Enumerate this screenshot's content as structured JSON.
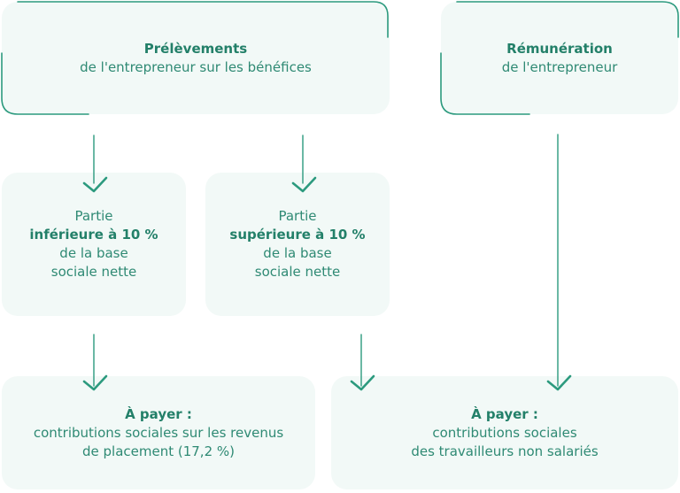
{
  "nodes": {
    "prelevements": {
      "title": "Prélèvements",
      "subtitle": "de l'entrepreneur sur les bénéfices"
    },
    "remuneration": {
      "title": "Rémunération",
      "subtitle": "de l'entrepreneur"
    },
    "partie_inferieure": {
      "line1": "Partie",
      "emphasis": "inférieure à 10 %",
      "line3": "de la base",
      "line4": "sociale nette"
    },
    "partie_superieure": {
      "line1": "Partie",
      "emphasis": "supérieure à 10 %",
      "line3": "de la base",
      "line4": "sociale nette"
    },
    "payer_placement": {
      "title": "À payer :",
      "line2": "contributions sociales sur les revenus",
      "line3": "de placement (17,2 %)"
    },
    "payer_tns": {
      "title": "À payer :",
      "line2": "contributions sociales",
      "line3": "des travailleurs non salariés"
    }
  },
  "colors": {
    "accent": "#2c9a7e",
    "box_fill": "#f2f9f7",
    "text": "#2f8a74"
  }
}
